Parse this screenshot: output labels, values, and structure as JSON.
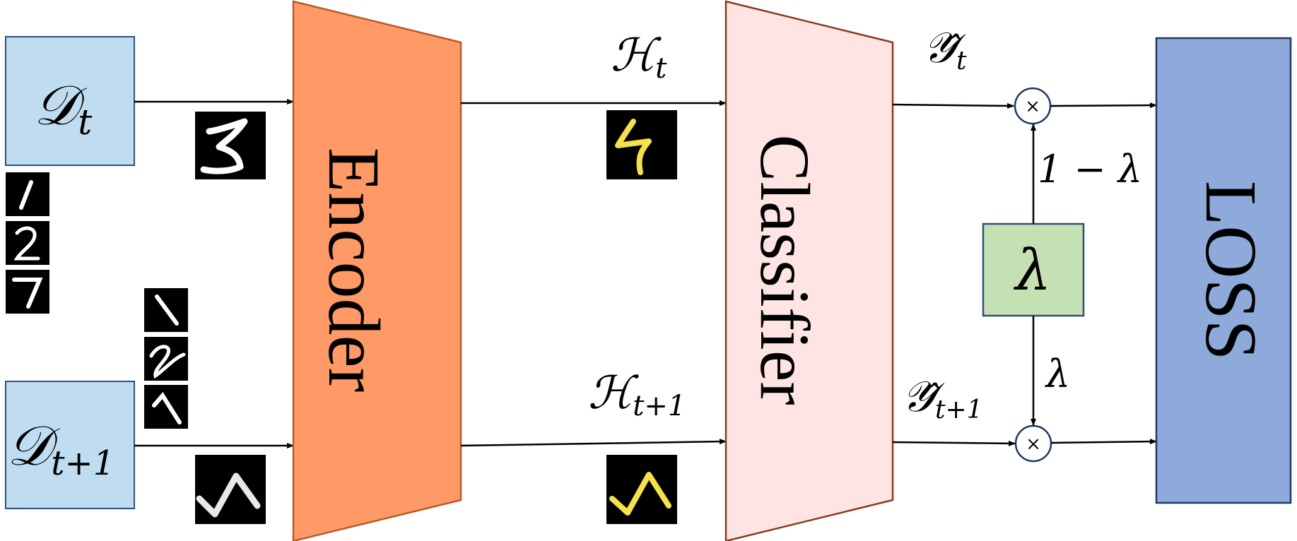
{
  "inputs": {
    "d_t": {
      "symbol": "𝒟",
      "sub": "t"
    },
    "d_t1": {
      "symbol": "𝒟",
      "sub": "t+1"
    }
  },
  "blocks": {
    "encoder": "Encoder",
    "classifier": "Classifier",
    "loss": "LOSS",
    "lambda_box": "λ"
  },
  "features": {
    "h_t": {
      "symbol": "ℋ",
      "sub": "t"
    },
    "h_t1": {
      "symbol": "ℋ",
      "sub": "t+1"
    }
  },
  "outputs": {
    "y_t": {
      "symbol": "𝒴̂",
      "sub": "t"
    },
    "y_t1": {
      "symbol": "𝒴̂",
      "sub": "t+1"
    }
  },
  "weights": {
    "upper": "1 − λ",
    "lower": "λ"
  },
  "operators": {
    "multiply": "×"
  },
  "colors": {
    "input_fill": "#bfdcf0",
    "input_stroke": "#2f4f7f",
    "encoder_fill": "#ff9966",
    "encoder_stroke": "#b75a2a",
    "classifier_fill": "#ffe4e4",
    "classifier_stroke": "#8b3a1a",
    "lambda_fill": "#c5e0b3",
    "lambda_stroke": "#2f4f7f",
    "loss_fill": "#8eaadb",
    "loss_stroke": "#1f3864",
    "digit_white": "#ffffff",
    "digit_yellow": "#f5e24a"
  }
}
